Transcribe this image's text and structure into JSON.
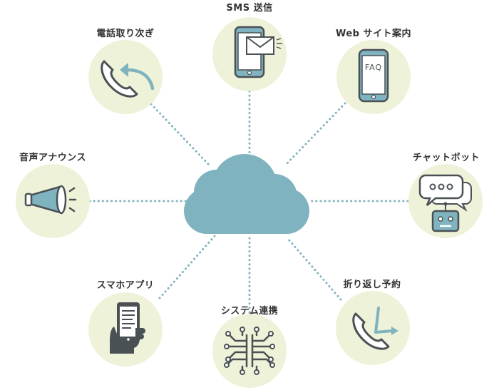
{
  "colors": {
    "circle_bg": "#eef2d8",
    "cloud": "#7fb3bf",
    "connector": "#7fb3bf",
    "icon_accent": "#7fb3bf",
    "icon_stroke": "#4a5155",
    "label": "#333333"
  },
  "center": {
    "icon": "cloud-icon"
  },
  "nodes": [
    {
      "id": "sms",
      "label": "SMS 送信",
      "icon": "mobile-sms-icon"
    },
    {
      "id": "web",
      "label": "Web サイト案内",
      "icon": "mobile-faq-icon",
      "icon_text": "FAQ"
    },
    {
      "id": "chatbot",
      "label": "チャットボット",
      "icon": "chatbot-icon"
    },
    {
      "id": "callback",
      "label": "折り返し予約",
      "icon": "callback-phone-icon"
    },
    {
      "id": "system",
      "label": "システム連携",
      "icon": "circuit-icon"
    },
    {
      "id": "app",
      "label": "スマホアプリ",
      "icon": "smartphone-hand-icon"
    },
    {
      "id": "voice",
      "label": "音声アナウンス",
      "icon": "megaphone-icon"
    },
    {
      "id": "transfer",
      "label": "電話取り次ぎ",
      "icon": "phone-transfer-icon"
    }
  ]
}
